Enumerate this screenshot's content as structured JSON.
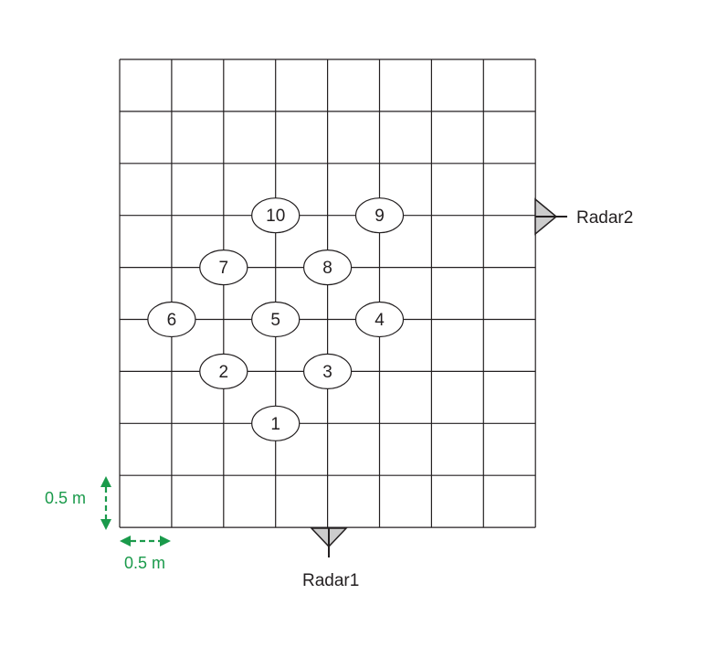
{
  "grid": {
    "columns": 8,
    "rows": 9,
    "line_color": "#231f20"
  },
  "markers": [
    {
      "label": "1",
      "col": 3,
      "row": 6
    },
    {
      "label": "2",
      "col": 2,
      "row": 5
    },
    {
      "label": "3",
      "col": 4,
      "row": 5
    },
    {
      "label": "4",
      "col": 5,
      "row": 4
    },
    {
      "label": "5",
      "col": 3,
      "row": 4
    },
    {
      "label": "6",
      "col": 1,
      "row": 4
    },
    {
      "label": "7",
      "col": 2,
      "row": 3
    },
    {
      "label": "8",
      "col": 4,
      "row": 3
    },
    {
      "label": "9",
      "col": 5,
      "row": 2
    },
    {
      "label": "10",
      "col": 3,
      "row": 2
    }
  ],
  "radars": {
    "radar1": {
      "label": "Radar1",
      "icon": "antenna-triangle-icon"
    },
    "radar2": {
      "label": "Radar2",
      "icon": "antenna-triangle-icon"
    }
  },
  "scale": {
    "vertical_label": "0.5 m",
    "horizontal_label": "0.5 m",
    "color": "#1a9a4b"
  }
}
